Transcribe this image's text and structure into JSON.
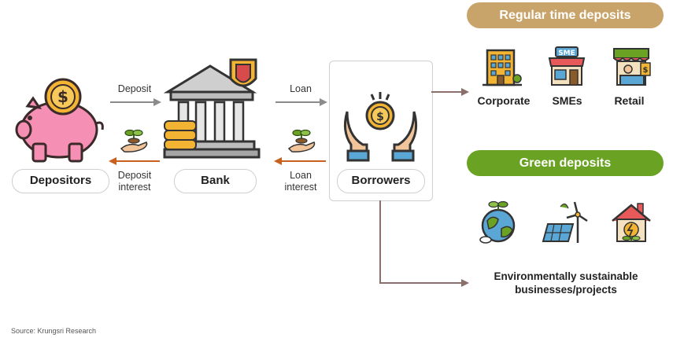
{
  "flow": {
    "depositors": "Depositors",
    "bank": "Bank",
    "borrowers": "Borrowers",
    "deposit": "Deposit",
    "loan": "Loan",
    "deposit_interest_line1": "Deposit",
    "deposit_interest_line2": "interest",
    "loan_interest_line1": "Loan",
    "loan_interest_line2": "interest"
  },
  "regular": {
    "title": "Regular time deposits",
    "color": "#c9a46a",
    "categories": [
      "Corporate",
      "SMEs",
      "Retail"
    ],
    "sme_sign": "SME"
  },
  "green": {
    "title": "Green deposits",
    "color": "#6aa323",
    "line1": "Environmentally sustainable",
    "line2": "businesses/projects"
  },
  "source": "Source: Krungsri Research",
  "colors": {
    "arrow_gray": "#8b8b8b",
    "arrow_orange": "#c9611e",
    "connector": "#8a6f6a",
    "gold": "#f3b434",
    "pink": "#f58fb4"
  }
}
